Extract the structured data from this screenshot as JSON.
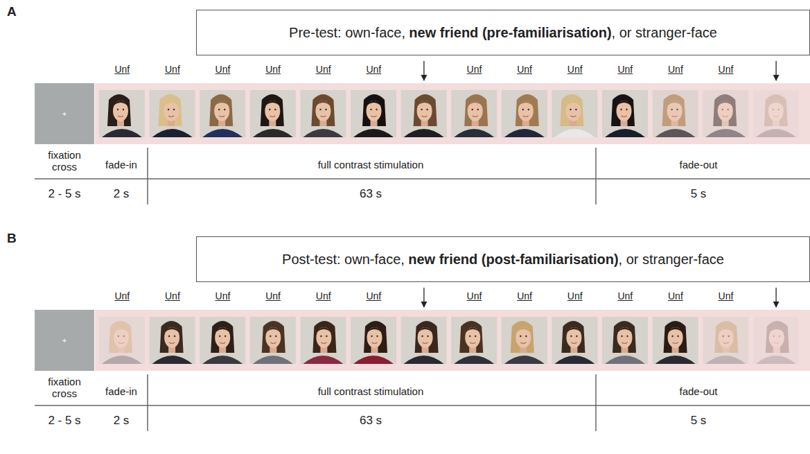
{
  "diagram": {
    "nodes": [
      {
        "text": [
          "Pre-test: own-face,",
          "new friend (pre-familiarisation)",
          ", or stranger-face"
        ]
      },
      {
        "text": [
          "+"
        ]
      },
      {
        "text": [
          "Post-test: own-face,",
          "new friend (post-familiarisation)",
          ", or stranger-face"
        ]
      },
      {
        "text": [
          "+"
        ]
      }
    ],
    "labels": [
      "A",
      "Unf",
      "Unf",
      "Unf",
      "Unf",
      "Unf",
      "Unf",
      "Unf",
      "Unf",
      "Unf",
      "Unf",
      "Unf",
      "Unf",
      "fixation cross",
      "fade-in",
      "full contrast stimulation",
      "fade-out",
      "2 - 5 s",
      "2 s",
      "63 s",
      "5 s",
      "B",
      "Unf",
      "Unf",
      "Unf",
      "Unf",
      "Unf",
      "Unf",
      "Unf",
      "Unf",
      "Unf",
      "Unf",
      "Unf",
      "Unf",
      "fixation cross",
      "fade-in",
      "full contrast stimulation",
      "fade-out",
      "2 - 5 s",
      "2 s",
      "63 s",
      "5 s"
    ]
  }
}
